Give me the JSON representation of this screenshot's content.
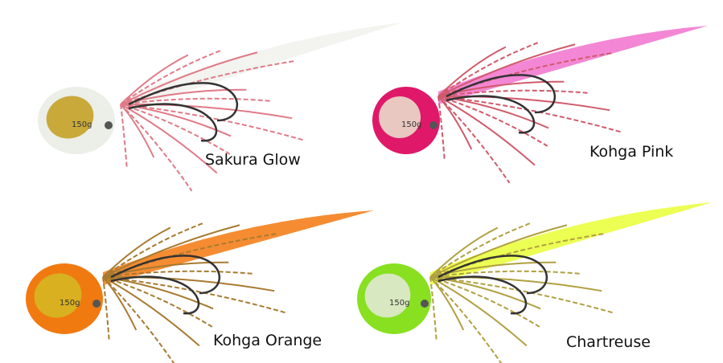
{
  "products": [
    {
      "name": "Sakura Glow",
      "head_color": "#eceee8",
      "tail_color": "#f2f2ee",
      "skirt_color": "#e07a86",
      "foil_color": "#c9a93a",
      "weight_mark": "150g"
    },
    {
      "name": "Kohga Pink",
      "head_color": "#e0186a",
      "tail_color": "#f27ad0",
      "skirt_color": "#d05a6a",
      "foil_color": "#e8c8c0",
      "weight_mark": "150g"
    },
    {
      "name": "Kohga Orange",
      "head_color": "#f07a10",
      "tail_color": "#f4801c",
      "skirt_color": "#a87a30",
      "foil_color": "#d8b020",
      "weight_mark": "150g"
    },
    {
      "name": "Chartreuse",
      "head_color": "#88e020",
      "tail_color": "#eaff40",
      "skirt_color": "#b0a040",
      "foil_color": "#d8e8c0",
      "weight_mark": "150g"
    }
  ]
}
